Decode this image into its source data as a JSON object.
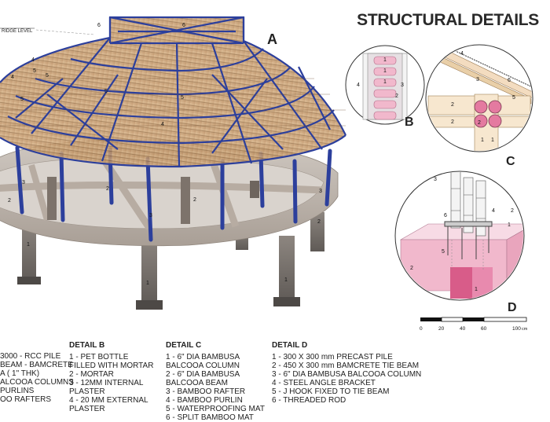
{
  "title": "STRUCTURAL DETAILS",
  "main_view": {
    "letter": "A",
    "ridge_label": "RIDGE LEVEL",
    "callouts": [
      "6",
      "6",
      "4",
      "5",
      "5",
      "5",
      "4",
      "4",
      "5",
      "5",
      "3",
      "3",
      "2",
      "2",
      "2",
      "2",
      "3",
      "1",
      "1",
      "1"
    ]
  },
  "detail_b_view": {
    "letter": "B",
    "callouts": [
      "4",
      "1",
      "1",
      "1",
      "2",
      "3"
    ]
  },
  "detail_c_view": {
    "letter": "C",
    "callouts": [
      "3",
      "4",
      "5",
      "6",
      "2",
      "2",
      "2",
      "1",
      "1"
    ]
  },
  "detail_d_view": {
    "letter": "D",
    "callouts": [
      "3",
      "6",
      "4",
      "2",
      "1",
      "5",
      "2",
      "1"
    ]
  },
  "scale_bar": {
    "ticks": [
      "0",
      "20",
      "40",
      "60",
      "100"
    ],
    "unit": "cm"
  },
  "legend_a": {
    "lines": [
      "3000 - RCC PILE",
      "BEAM - BAMCRETE",
      "A ( 1\" THK)",
      "ALCOOA COLUMNS",
      "PURLINS",
      "OO RAFTERS"
    ]
  },
  "detail_b": {
    "heading": "DETAIL B",
    "items": [
      "1 - PET BOTTLE FILLED WITH MORTAR",
      "2 - MORTAR",
      "3 - 12MM INTERNAL PLASTER",
      "4 - 20 MM EXTERNAL PLASTER"
    ]
  },
  "detail_c": {
    "heading": "DETAIL C",
    "items": [
      "1 - 6\" DIA BAMBUSA BALCOOA COLUMN",
      "2 - 6\" DIA BAMBUSA BALCOOA BEAM",
      "3 - BAMBOO RAFTER",
      "4 - BAMBOO PURLIN",
      "5 - WATERPROOFING MAT",
      "6 - SPLIT BAMBOO MAT"
    ]
  },
  "detail_d": {
    "heading": "DETAIL D",
    "items": [
      "1 - 300 X 300 mm PRECAST PILE",
      "2 - 450 X 300 mm BAMCRETE TIE BEAM",
      "3 - 6\" DIA BAMBUSA BALCOOA COLUMN",
      "4 - STEEL ANGLE BRACKET",
      "5 - J HOOK FIXED TO TIE BEAM",
      "6 - THREADED ROD"
    ]
  },
  "colors": {
    "steel_blue": "#2c3f9c",
    "concrete": "#b9afa6",
    "pink": "#f1b8cc",
    "dark_pink": "#d85c89",
    "thatch": "#c59a6a"
  }
}
